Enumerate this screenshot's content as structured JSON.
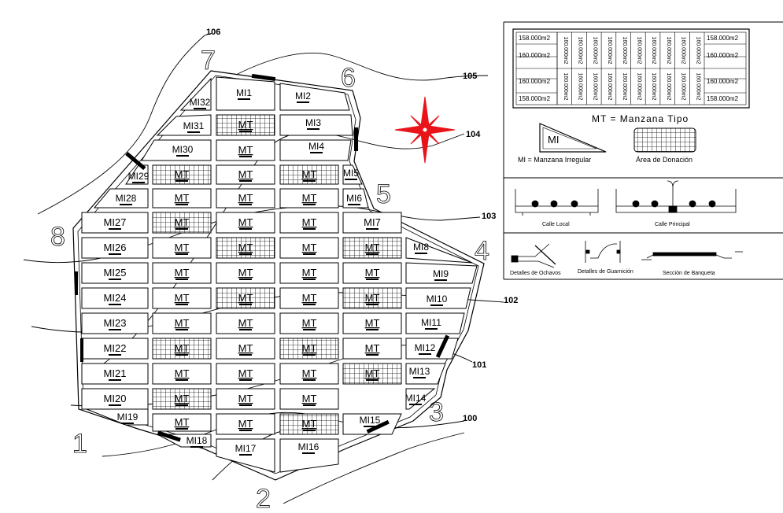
{
  "contours": [
    {
      "label": "106"
    },
    {
      "label": "105"
    },
    {
      "label": "104"
    },
    {
      "label": "103"
    },
    {
      "label": "102"
    },
    {
      "label": "101"
    },
    {
      "label": "100"
    }
  ],
  "vertices": [
    "1",
    "2",
    "3",
    "4",
    "5",
    "6",
    "7",
    "8"
  ],
  "blocks": {
    "irregular": [
      "MI1",
      "MI2",
      "MI3",
      "MI4",
      "MI5",
      "MI6",
      "MI7",
      "MI8",
      "MI9",
      "MI10",
      "MI11",
      "MI12",
      "MI13",
      "MI14",
      "MI15",
      "MI16",
      "MI17",
      "MI18",
      "MI19",
      "MI20",
      "MI21",
      "MI22",
      "MI23",
      "MI24",
      "MI25",
      "MI26",
      "MI27",
      "MI28",
      "MI29",
      "MI30",
      "MI31",
      "MI32"
    ],
    "typical_label": "MT"
  },
  "legend": {
    "block_areas": [
      "158.000m2",
      "160.000m2",
      "160.000m2",
      "158.000m2",
      "158.000m2",
      "160.000m2",
      "160.000m2",
      "158.000m2",
      "160.000m2"
    ],
    "mt_caption": "MT = Manzana Tipo",
    "mi_symbol": "MI",
    "mi_caption": "MI = Manzana Irregular",
    "donation_caption": "Área de Donación",
    "calle_local": "Calle Local",
    "calle_principal": "Calle Principal",
    "ochavos": "Detalles de Ochavos",
    "guarnicion": "Detalles de Guarnición",
    "banqueta": "Sección de Banqueta"
  },
  "colors": {
    "compass": "#e8141a",
    "ink": "#000000"
  }
}
